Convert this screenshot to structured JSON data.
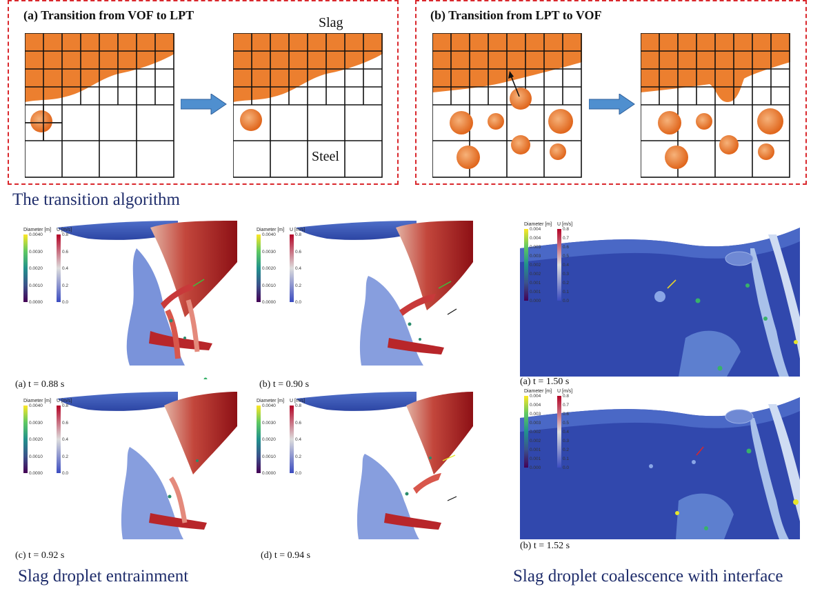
{
  "top": {
    "panel_a": {
      "title": "(a) Transition from VOF to LPT",
      "slag_label": "Slag",
      "steel_label": "Steel"
    },
    "panel_b": {
      "title": "(b) Transition from LPT to VOF"
    },
    "caption": "The transition algorithm"
  },
  "entrainment": {
    "caption": "Slag droplet entrainment",
    "frames": [
      {
        "label": "(a) t = 0.88 s"
      },
      {
        "label": "(b) t = 0.90 s"
      },
      {
        "label": "(c) t = 0.92 s"
      },
      {
        "label": "(d) t = 0.94 s"
      }
    ],
    "legend": {
      "diameter_title": "Diameter [m]",
      "diameter_ticks": [
        "0.0040",
        "0.0030",
        "0.0020",
        "0.0010",
        "0.0000"
      ],
      "u_title": "U [m/s]",
      "u_ticks": [
        "0.8",
        "0.6",
        "0.4",
        "0.2",
        "0.0"
      ]
    }
  },
  "coalescence": {
    "caption": "Slag droplet coalescence with interface",
    "frames": [
      {
        "label": "(a)   t = 1.50 s"
      },
      {
        "label": "(b)   t = 1.52 s"
      }
    ],
    "legend": {
      "diameter_title": "Diameter [m]",
      "diameter_ticks": [
        "0.004",
        "0.004",
        "0.003",
        "0.003",
        "0.002",
        "0.002",
        "0.001",
        "0.001",
        "0.000"
      ],
      "u_title": "U [m/s]",
      "u_ticks": [
        "0.8",
        "0.7",
        "0.6",
        "0.5",
        "0.4",
        "0.3",
        "0.2",
        "0.1",
        "0.0"
      ]
    }
  },
  "colors": {
    "slag": "#ec7f2f",
    "arrow_blue": "#4f8fcf",
    "dashed_border": "#d9262b",
    "caption_blue": "#1f2d6b",
    "fluid_blue": "#3857b5",
    "velocity_red": "#a3171a"
  }
}
